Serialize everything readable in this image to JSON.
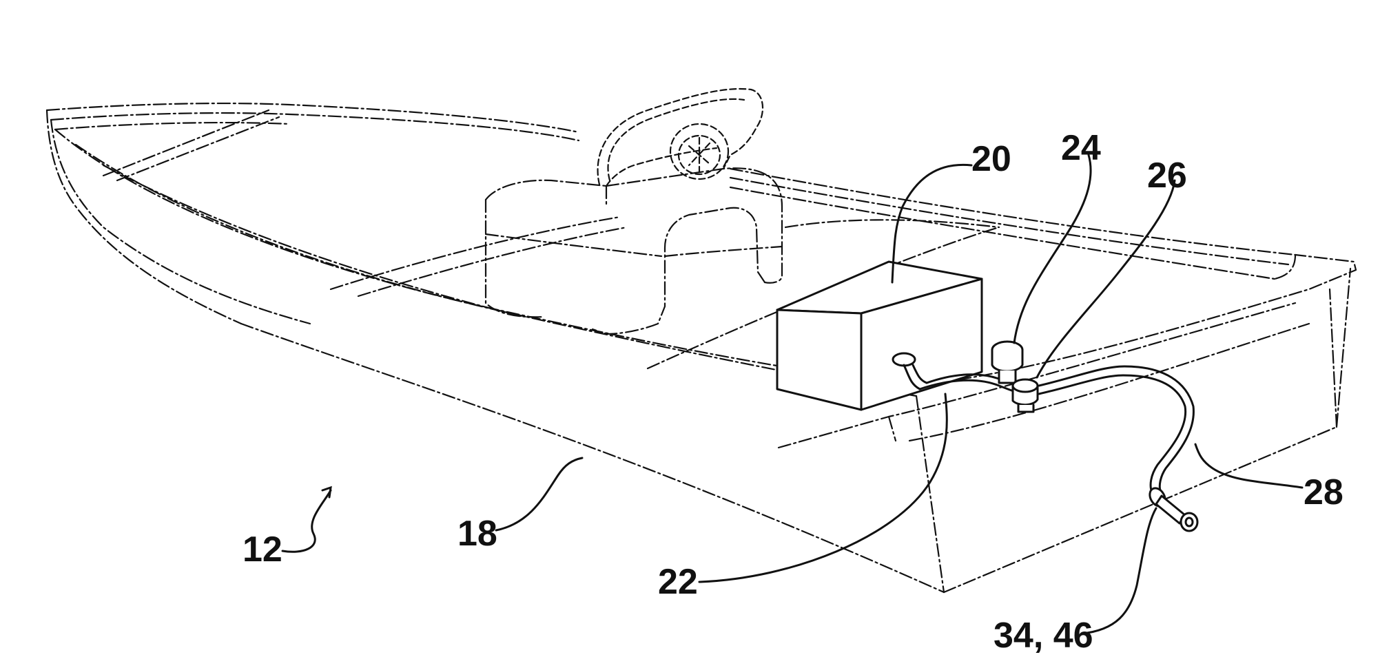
{
  "figure": {
    "reference_labels": [
      {
        "id": "12",
        "text": "12",
        "target": "boat"
      },
      {
        "id": "18",
        "text": "18",
        "target": "hull"
      },
      {
        "id": "20",
        "text": "20",
        "target": "tank"
      },
      {
        "id": "22",
        "text": "22",
        "target": "tank-outlet-fitting"
      },
      {
        "id": "24",
        "text": "24",
        "target": "valve"
      },
      {
        "id": "26",
        "text": "26",
        "target": "connector"
      },
      {
        "id": "28",
        "text": "28",
        "target": "hose"
      },
      {
        "id": "34_46",
        "text": "34, 46",
        "target": "nozzle"
      }
    ],
    "colors": {
      "line": "#111111",
      "background": "#ffffff"
    }
  }
}
